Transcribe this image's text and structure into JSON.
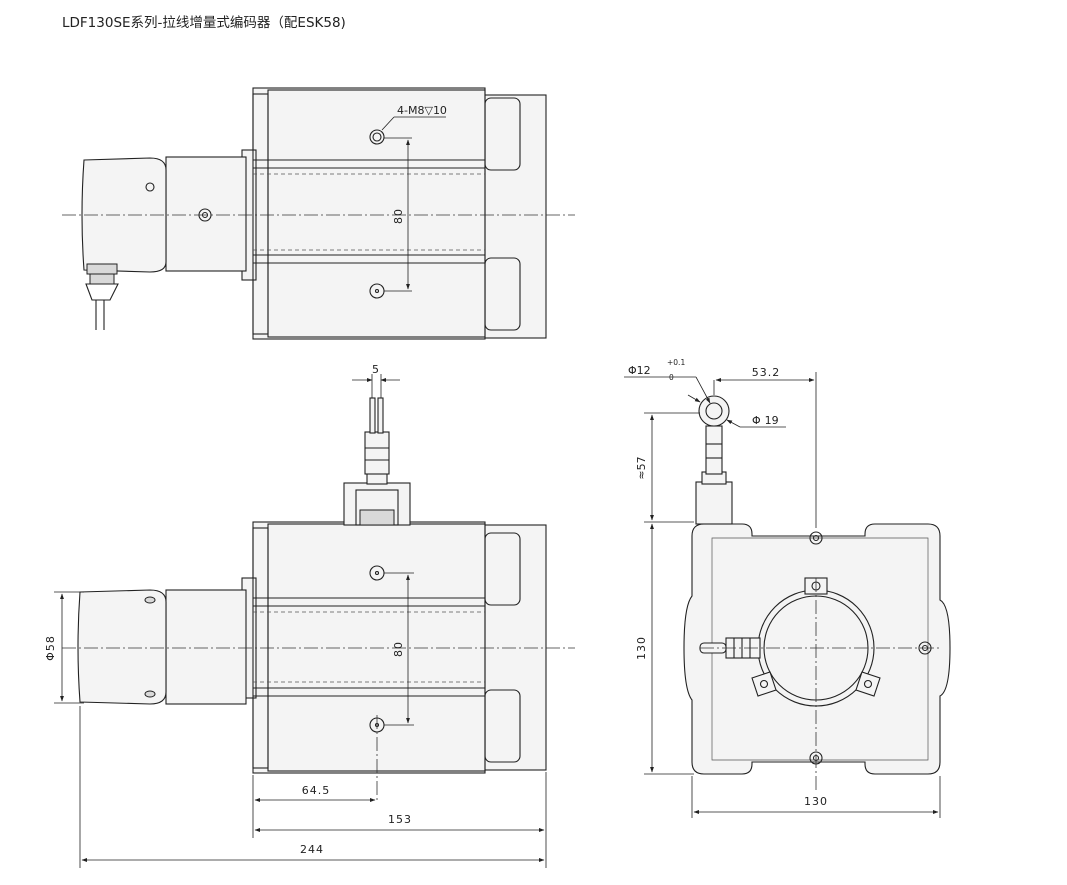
{
  "title": "LDF130SE系列-拉线增量式编码器（配ESK58)",
  "dimensions": {
    "top_thread": "4-M8",
    "top_thread_depth": "10",
    "top_vertical": "80",
    "front_cable_width": "5",
    "front_vertical": "80",
    "front_diameter": "58",
    "front_offset": "64.5",
    "front_width": "153",
    "front_total": "244",
    "side_eyelet_bore_prefix": "12",
    "side_eyelet_tol_upper": "+0.1",
    "side_eyelet_tol_lower": "0",
    "side_horizontal_offset": "53.2",
    "side_eyelet_outer": "19",
    "side_eyelet_height": "57",
    "side_height": "130",
    "side_width": "130"
  },
  "symbols": {
    "diameter": "Φ",
    "approx": "≈",
    "depth": "▽"
  }
}
